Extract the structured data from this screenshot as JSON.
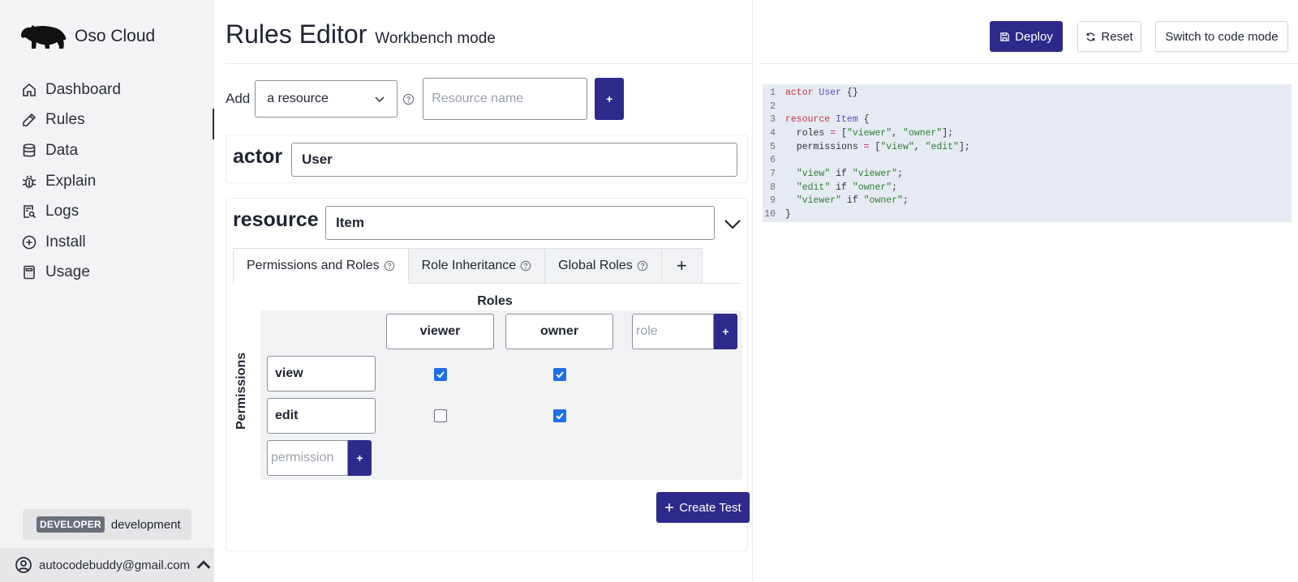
{
  "brand": {
    "name": "Oso Cloud"
  },
  "nav": [
    {
      "label": "Dashboard",
      "icon": "home-icon"
    },
    {
      "label": "Rules",
      "icon": "pencil-icon",
      "active": true
    },
    {
      "label": "Data",
      "icon": "database-icon"
    },
    {
      "label": "Explain",
      "icon": "bug-icon"
    },
    {
      "label": "Logs",
      "icon": "log-search-icon"
    },
    {
      "label": "Install",
      "icon": "plus-circle-icon"
    },
    {
      "label": "Usage",
      "icon": "calculator-icon"
    }
  ],
  "environment": {
    "tag": "DEVELOPER",
    "name": "development"
  },
  "account": {
    "email": "autocodebuddy@gmail.com"
  },
  "header": {
    "title": "Rules Editor",
    "mode": "Workbench mode"
  },
  "toolbar": {
    "deploy_label": "Deploy",
    "reset_label": "Reset",
    "switch_label": "Switch to code mode"
  },
  "add_row": {
    "label": "Add",
    "selected_type": "a resource",
    "name_placeholder": "Resource name",
    "add_button": "+"
  },
  "actor": {
    "keyword": "actor",
    "name": "User"
  },
  "resource": {
    "keyword": "resource",
    "name": "Item",
    "tabs": [
      {
        "label": "Permissions and Roles",
        "active": true
      },
      {
        "label": "Role Inheritance"
      },
      {
        "label": "Global Roles"
      }
    ],
    "tab_add": "+",
    "roles_heading": "Roles",
    "permissions_heading": "Permissions",
    "roles": [
      "viewer",
      "owner"
    ],
    "role_placeholder": "role",
    "permissions": [
      "view",
      "edit"
    ],
    "permission_placeholder": "permission",
    "add_button": "+",
    "matrix": [
      [
        true,
        true
      ],
      [
        false,
        true
      ]
    ],
    "create_test_label": "Create Test"
  },
  "code": {
    "lines": [
      [
        [
          "actor",
          "kw"
        ],
        [
          " ",
          "p"
        ],
        [
          "User",
          "ty"
        ],
        [
          " {}",
          "p"
        ]
      ],
      [],
      [
        [
          "resource",
          "kw"
        ],
        [
          " ",
          "p"
        ],
        [
          "Item",
          "ty"
        ],
        [
          " {",
          "p"
        ]
      ],
      [
        [
          "  roles ",
          "p"
        ],
        [
          "=",
          "op"
        ],
        [
          " [",
          "p"
        ],
        [
          "\"viewer\"",
          "str"
        ],
        [
          ", ",
          "p"
        ],
        [
          "\"owner\"",
          "str"
        ],
        [
          "];",
          "p"
        ]
      ],
      [
        [
          "  permissions ",
          "p"
        ],
        [
          "=",
          "op"
        ],
        [
          " [",
          "p"
        ],
        [
          "\"view\"",
          "str"
        ],
        [
          ", ",
          "p"
        ],
        [
          "\"edit\"",
          "str"
        ],
        [
          "];",
          "p"
        ]
      ],
      [],
      [
        [
          "  ",
          "p"
        ],
        [
          "\"view\"",
          "str"
        ],
        [
          " if ",
          "p"
        ],
        [
          "\"viewer\"",
          "str"
        ],
        [
          ";",
          "p"
        ]
      ],
      [
        [
          "  ",
          "p"
        ],
        [
          "\"edit\"",
          "str"
        ],
        [
          " if ",
          "p"
        ],
        [
          "\"owner\"",
          "str"
        ],
        [
          ";",
          "p"
        ]
      ],
      [
        [
          "  ",
          "p"
        ],
        [
          "\"viewer\"",
          "str"
        ],
        [
          " if ",
          "p"
        ],
        [
          "\"owner\"",
          "str"
        ],
        [
          ";",
          "p"
        ]
      ],
      [
        [
          "}",
          "p"
        ]
      ]
    ]
  },
  "colors": {
    "accent": "#2d2a8c",
    "checkbox": "#1f6fe5",
    "sidebar_bg": "#f3f3f5",
    "code_bg": "#e6ebf3"
  }
}
